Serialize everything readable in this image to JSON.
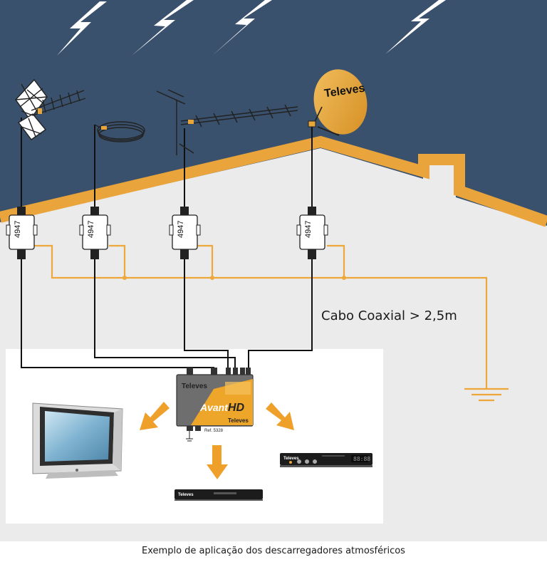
{
  "diagram": {
    "cable_label": "Cabo Coaxial > 2,5m",
    "caption": "Exemplo de aplicação dos descarregadores atmosféricos",
    "device_code": "4947",
    "dish_brand": "Televes",
    "amplifier": {
      "logo": "Televes",
      "name_main": "Avant",
      "name_hd": "HD",
      "brand": "Televes",
      "ref": "Ref. 5328"
    },
    "stb_logo": "Televes",
    "stb_display": "88:88",
    "colors": {
      "sky": "#3a516d",
      "house_wall": "#ebebeb",
      "roof_edge": "#e9a53b",
      "ground_wire": "#eea73a",
      "dish": "#e8a63a",
      "coax": "#111111",
      "arrow": "#eea02b",
      "amplifier_body": "#6e6e6e",
      "amplifier_panel": "#eda52a"
    },
    "icons": [
      "lightning-bolt-icon",
      "lightning-bolt-icon",
      "lightning-bolt-icon",
      "lightning-bolt-icon",
      "ground-symbol-icon",
      "arrow-icon"
    ]
  }
}
